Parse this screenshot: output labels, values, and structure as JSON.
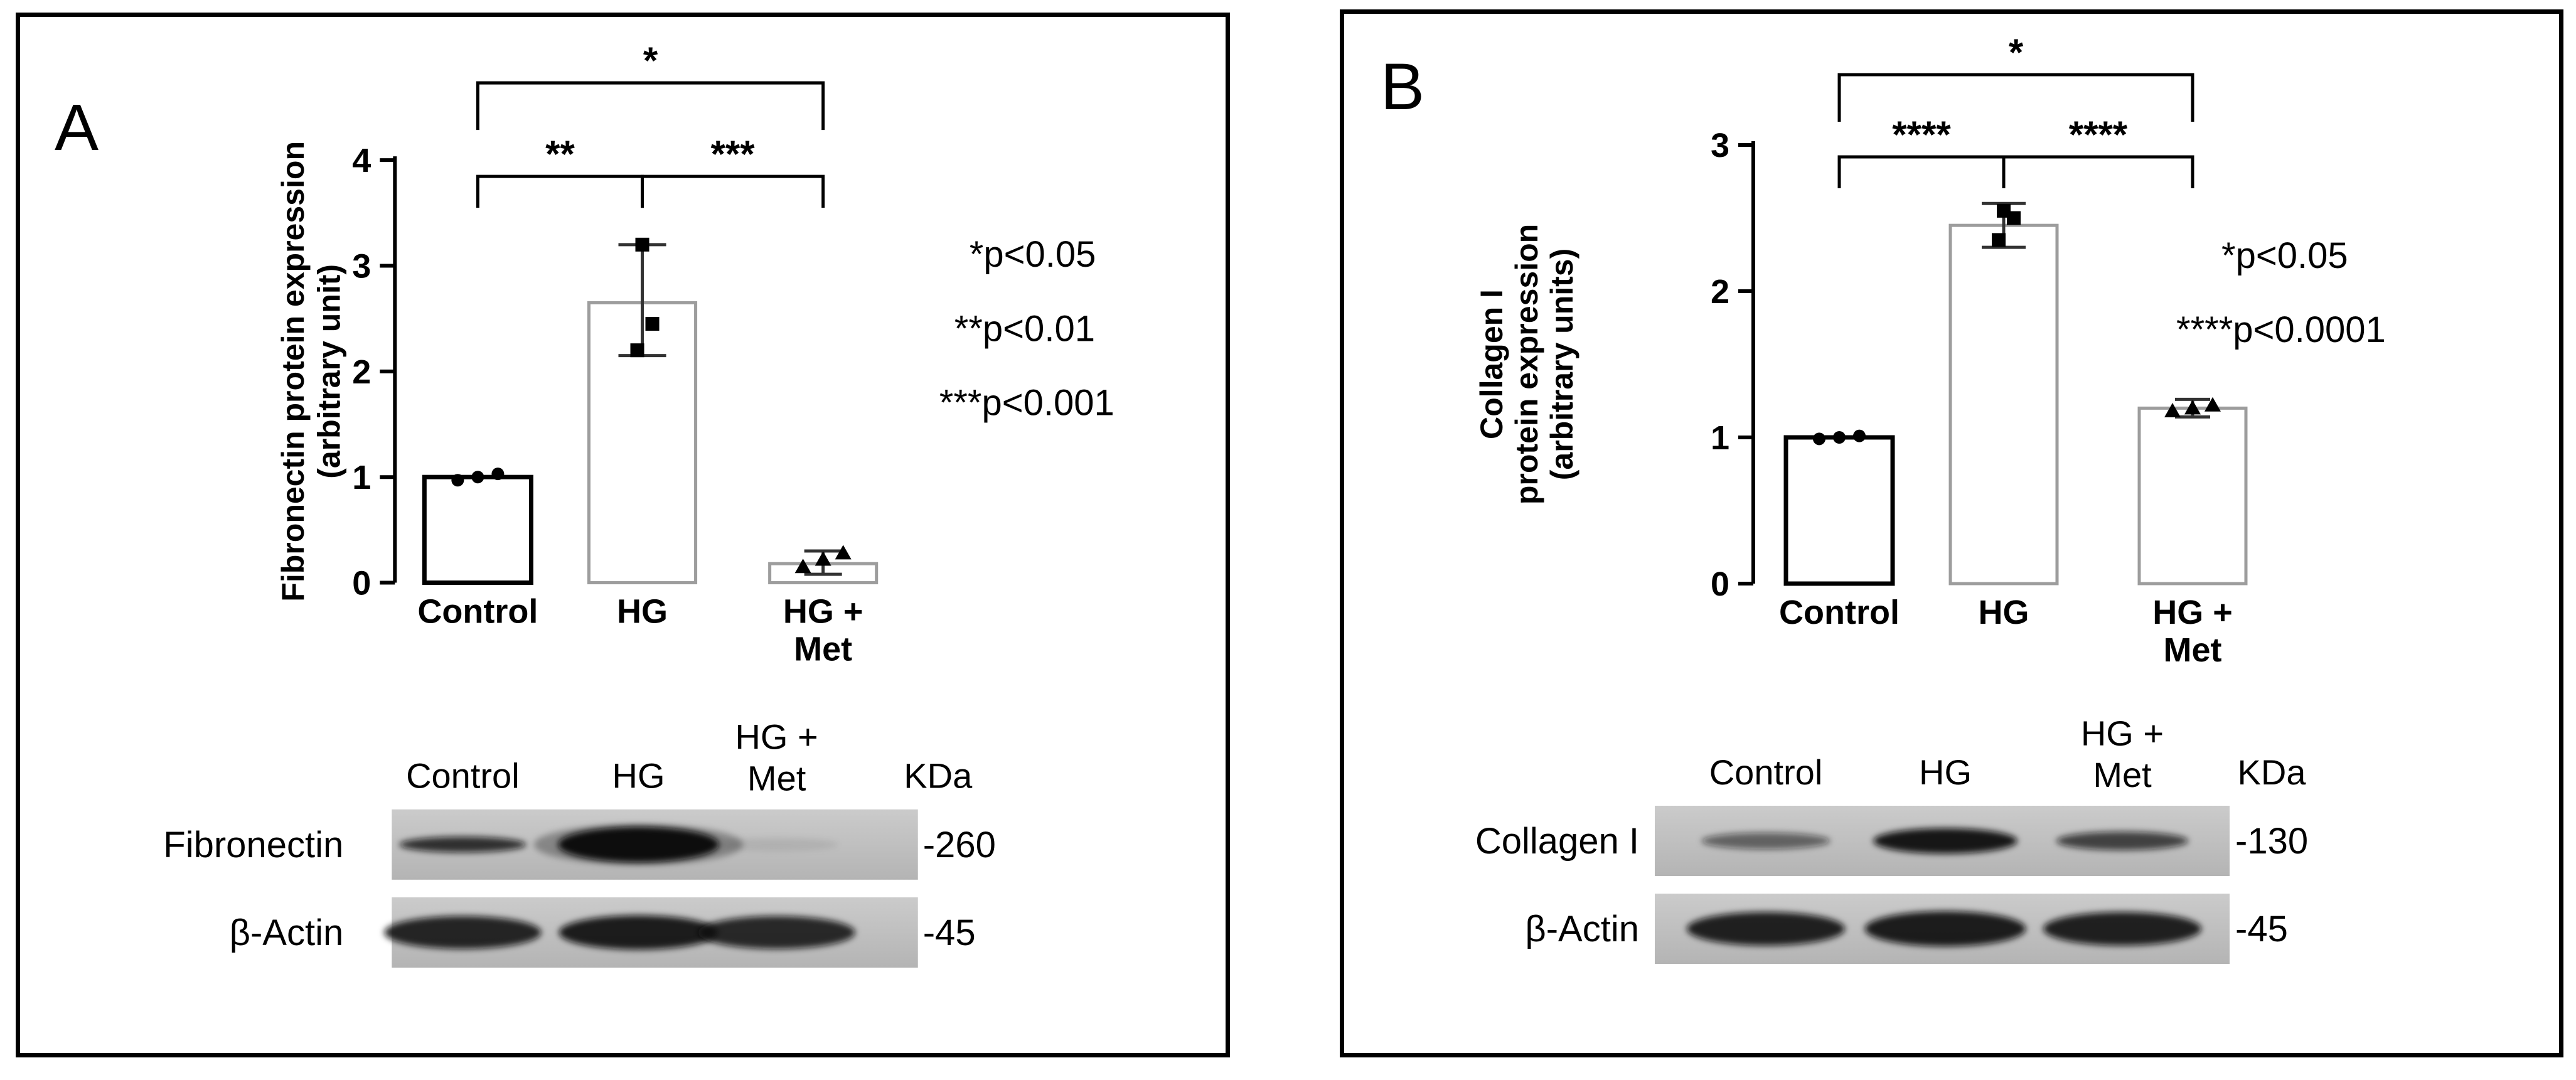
{
  "figure": {
    "panels": [
      {
        "letter": "A",
        "blot": {
          "lane_labels": [
            [
              "Control"
            ],
            [
              "HG"
            ],
            [
              "HG +",
              "Met"
            ]
          ],
          "unit_label": "KDa",
          "membrane_color": "#c4c4c4",
          "rows": [
            {
              "label": "Fibronectin",
              "mw_label": "-260",
              "band_intensities": [
                0.82,
                1.0,
                0.08
              ],
              "band_heights": [
                0.25,
                0.85,
                0.18
              ]
            },
            {
              "label": "β-Actin",
              "mw_label": "-45",
              "band_intensities": [
                0.88,
                0.92,
                0.86
              ],
              "band_heights": [
                0.78,
                0.82,
                0.78
              ]
            }
          ]
        }
      },
      {
        "letter": "B",
        "blot": {
          "lane_labels": [
            [
              "Control"
            ],
            [
              "HG"
            ],
            [
              "HG +",
              "Met"
            ]
          ],
          "unit_label": "KDa",
          "membrane_color": "#c4c4c4",
          "rows": [
            {
              "label": "Collagen I",
              "mw_label": "-130",
              "band_intensities": [
                0.55,
                0.95,
                0.72
              ],
              "band_heights": [
                0.28,
                0.55,
                0.34
              ]
            },
            {
              "label": "β-Actin",
              "mw_label": "-45",
              "band_intensities": [
                0.9,
                0.92,
                0.9
              ],
              "band_heights": [
                0.8,
                0.85,
                0.8
              ]
            }
          ]
        }
      }
    ]
  },
  "chart_data": [
    {
      "type": "bar",
      "panel": "A",
      "title": "",
      "xlabel": "",
      "ylabel": "Fibronectin protein expression (arbitrary unit)",
      "ylabel_lines": [
        "Fibronectin protein expression",
        "(arbitrary unit)"
      ],
      "categories": [
        "Control",
        "HG",
        "HG + Met"
      ],
      "categories_display": [
        [
          "Control"
        ],
        [
          "HG"
        ],
        [
          "HG +",
          "Met"
        ]
      ],
      "values": [
        1.0,
        2.65,
        0.18
      ],
      "error_low": [
        0.97,
        2.15,
        0.08
      ],
      "error_high": [
        1.03,
        3.2,
        0.3
      ],
      "points": [
        [
          0.97,
          1.0,
          1.03
        ],
        [
          2.2,
          2.45,
          3.2
        ],
        [
          0.15,
          0.22,
          0.28
        ]
      ],
      "point_markers": [
        "circle",
        "square",
        "triangle"
      ],
      "ylim": [
        0,
        4
      ],
      "yticks": [
        0,
        1,
        2,
        3,
        4
      ],
      "grid": false,
      "bar_fill": "#ffffff",
      "bar_edge_colors": [
        "#000000",
        "#9d9d9d",
        "#9d9d9d"
      ],
      "significance": [
        {
          "from": "Control",
          "to": "HG",
          "label": "**",
          "level": 1
        },
        {
          "from": "HG",
          "to": "HG + Met",
          "label": "***",
          "level": 1
        },
        {
          "from": "Control",
          "to": "HG + Met",
          "label": "*",
          "level": 2
        }
      ],
      "annotations": [
        "*p<0.05",
        "**p<0.01",
        "***p<0.001"
      ],
      "legend_position": "right"
    },
    {
      "type": "bar",
      "panel": "B",
      "title": "",
      "xlabel": "",
      "ylabel": "Collagen I protein expression (arbitrary units)",
      "ylabel_lines": [
        "Collagen I",
        "protein expression",
        "(arbitrary units)"
      ],
      "categories": [
        "Control",
        "HG",
        "HG + Met"
      ],
      "categories_display": [
        [
          "Control"
        ],
        [
          "HG"
        ],
        [
          "HG +",
          "Met"
        ]
      ],
      "values": [
        1.0,
        2.45,
        1.2
      ],
      "error_low": [
        0.98,
        2.3,
        1.14
      ],
      "error_high": [
        1.02,
        2.6,
        1.26
      ],
      "points": [
        [
          0.99,
          1.0,
          1.01
        ],
        [
          2.35,
          2.5,
          2.55
        ],
        [
          1.18,
          1.2,
          1.22
        ]
      ],
      "point_markers": [
        "circle",
        "square",
        "triangle"
      ],
      "ylim": [
        0,
        3
      ],
      "yticks": [
        0,
        1,
        2,
        3
      ],
      "grid": false,
      "bar_fill": "#ffffff",
      "bar_edge_colors": [
        "#000000",
        "#9d9d9d",
        "#9d9d9d"
      ],
      "significance": [
        {
          "from": "Control",
          "to": "HG",
          "label": "****",
          "level": 1
        },
        {
          "from": "HG",
          "to": "HG + Met",
          "label": "****",
          "level": 1
        },
        {
          "from": "Control",
          "to": "HG + Met",
          "label": "*",
          "level": 2
        }
      ],
      "annotations": [
        "*p<0.05",
        "****p<0.0001"
      ],
      "legend_position": "right"
    }
  ]
}
